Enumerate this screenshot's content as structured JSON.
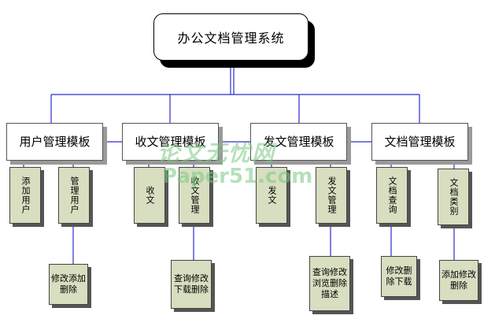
{
  "colors": {
    "connector": "#2b2bd0",
    "node_fill": "#d8dec0"
  },
  "root": {
    "label": "办公文档管理系统"
  },
  "modules": [
    {
      "label": "用户管理模板",
      "children": [
        {
          "label": "添加用户",
          "details": ""
        },
        {
          "label": "管理用户",
          "details": "修改添加删除"
        }
      ]
    },
    {
      "label": "收文管理模板",
      "children": [
        {
          "label": "收文",
          "details": ""
        },
        {
          "label": "收文管理",
          "details": "查询修改下载删除"
        }
      ]
    },
    {
      "label": "发文管理模板",
      "children": [
        {
          "label": "发文",
          "details": ""
        },
        {
          "label": "发文管理",
          "details": "查询修改浏览删除描述"
        }
      ]
    },
    {
      "label": "文档管理模板",
      "children": [
        {
          "label": "文档查询",
          "details": "修改删除下载"
        },
        {
          "label": "文档类别",
          "details": "添加修改删除"
        }
      ]
    }
  ],
  "watermark": {
    "line1": "论文无忧网",
    "line2": "Paper51.com"
  }
}
